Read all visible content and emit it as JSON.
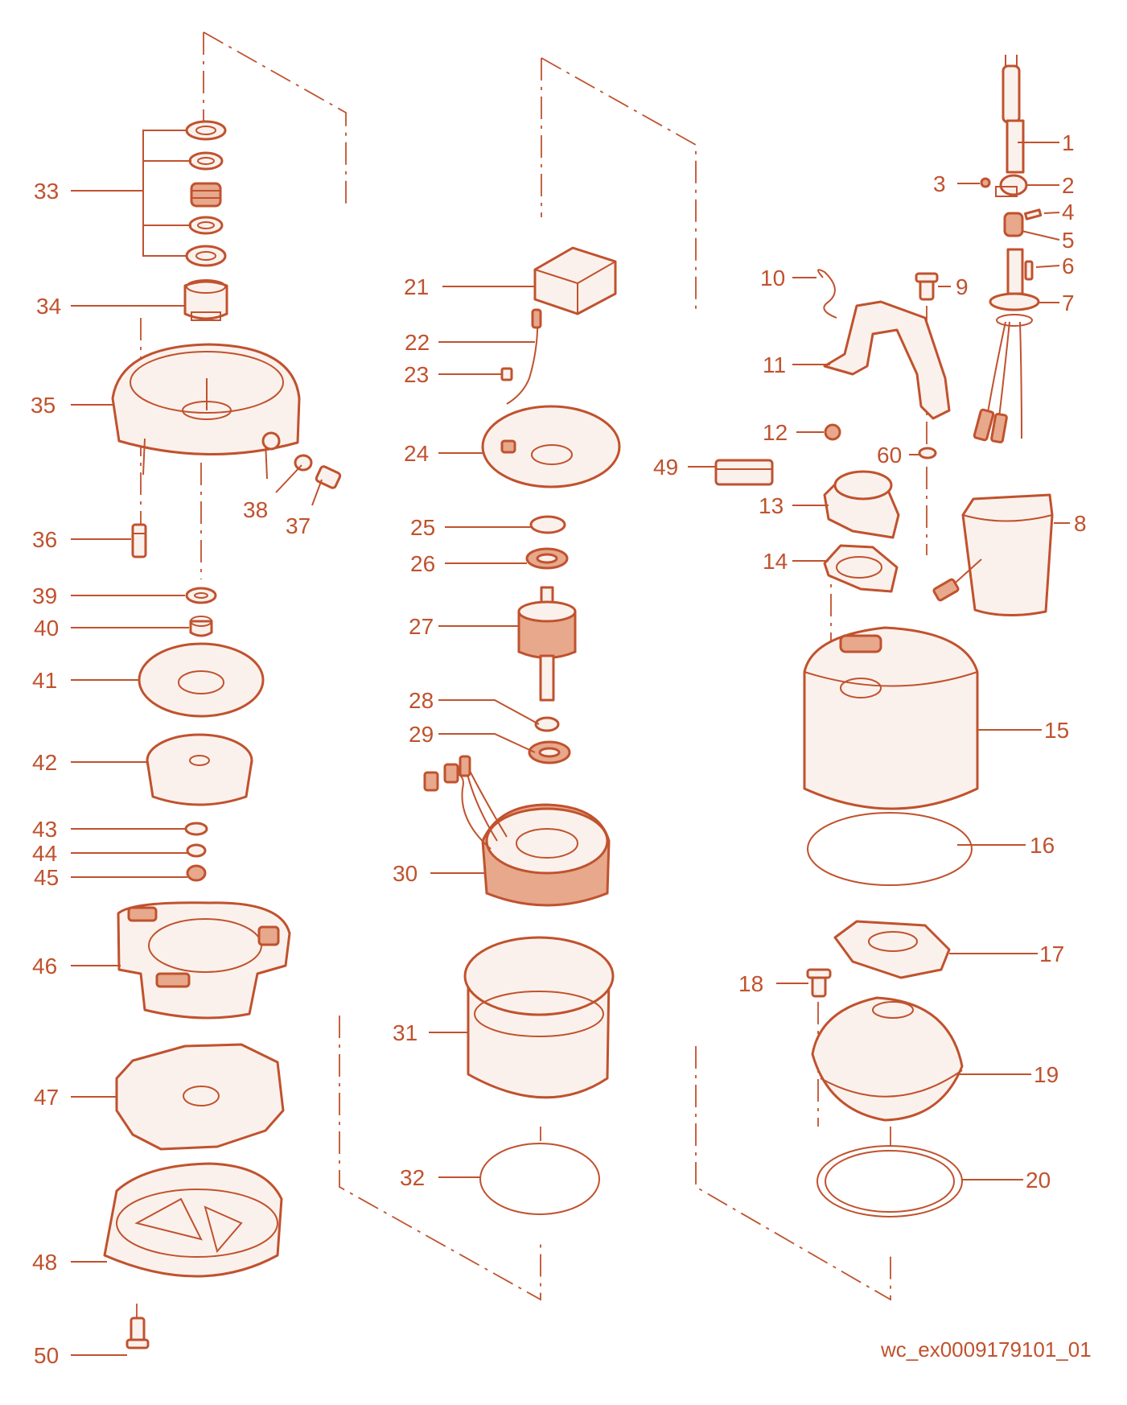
{
  "drawing": {
    "accent_color": "#c0522e",
    "document_id": "wc_ex0009179101_01",
    "part_numbers": [
      "1",
      "2",
      "3",
      "4",
      "5",
      "6",
      "7",
      "8",
      "9",
      "10",
      "11",
      "12",
      "13",
      "14",
      "15",
      "16",
      "17",
      "18",
      "19",
      "20",
      "21",
      "22",
      "23",
      "24",
      "25",
      "26",
      "27",
      "28",
      "29",
      "30",
      "31",
      "32",
      "33",
      "34",
      "35",
      "36",
      "37",
      "38",
      "39",
      "40",
      "41",
      "42",
      "43",
      "44",
      "45",
      "46",
      "47",
      "48",
      "49",
      "50",
      "60"
    ]
  }
}
